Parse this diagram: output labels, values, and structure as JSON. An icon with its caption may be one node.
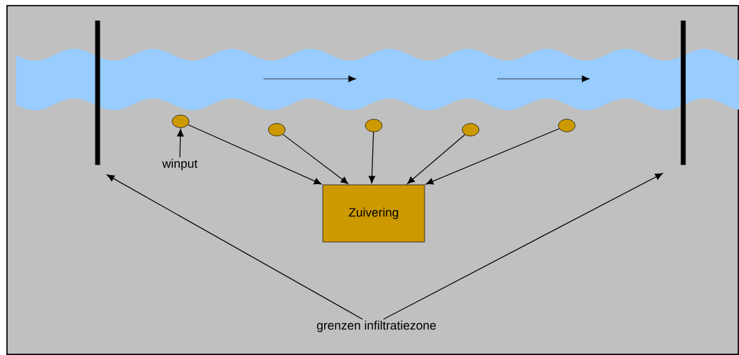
{
  "diagram": {
    "nodes": [
      {
        "text": [],
        "shape": "bar"
      },
      {
        "text": [],
        "shape": "bar"
      },
      {
        "text": [],
        "shape": "circle"
      },
      {
        "text": [],
        "shape": "circle"
      },
      {
        "text": [],
        "shape": "circle"
      },
      {
        "text": [],
        "shape": "circle"
      },
      {
        "text": [],
        "shape": "circle"
      },
      {
        "text": [
          "winput"
        ]
      },
      {
        "text": [
          "Zuivering"
        ]
      },
      {
        "text": [
          "grenzen infiltratiezone"
        ]
      }
    ],
    "edges": [
      {
        "from": 2,
        "to": 8,
        "arrow": "to"
      },
      {
        "from": 3,
        "to": 8,
        "arrow": "to"
      },
      {
        "from": 4,
        "to": 8,
        "arrow": "to"
      },
      {
        "from": 5,
        "to": 8,
        "arrow": "to"
      },
      {
        "from": 6,
        "to": 8,
        "arrow": "to"
      },
      {
        "from": 7,
        "to": 2,
        "arrow": "to"
      },
      {
        "from": 9,
        "to": 0,
        "arrow": "to"
      },
      {
        "from": 9,
        "to": 1,
        "arrow": "to"
      }
    ]
  }
}
